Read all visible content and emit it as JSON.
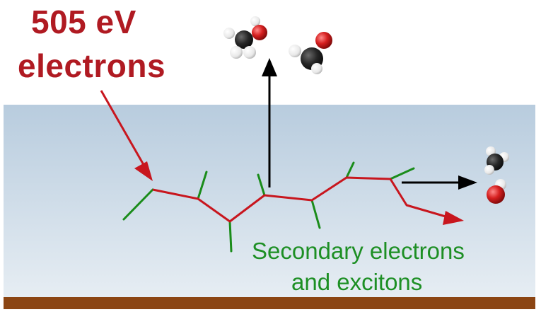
{
  "labels": {
    "incident_energy": "505 eV",
    "incident_particle": "electrons",
    "secondary_line1": "Secondary electrons",
    "secondary_line2": "and excitons"
  },
  "colors": {
    "film_top": "#b8ccde",
    "film_bottom": "#e4ebf2",
    "substrate": "#8b4513",
    "electron_track": "#c8161e",
    "secondary_branch": "#1a8c1a",
    "product_arrow": "#000000",
    "carbon_atom": "#2a2a2a",
    "oxygen_atom": "#d42020",
    "hydrogen_atom": "#f2f2f2"
  },
  "molecules": [
    {
      "name": "methanol",
      "atoms": [
        "carbon",
        "oxygen",
        "hydrogen"
      ]
    },
    {
      "name": "formaldehyde",
      "atoms": [
        "carbon",
        "oxygen",
        "hydrogen"
      ]
    },
    {
      "name": "methyl",
      "atoms": [
        "carbon",
        "hydrogen"
      ]
    },
    {
      "name": "hydroxyl",
      "atoms": [
        "oxygen",
        "hydrogen"
      ]
    }
  ]
}
